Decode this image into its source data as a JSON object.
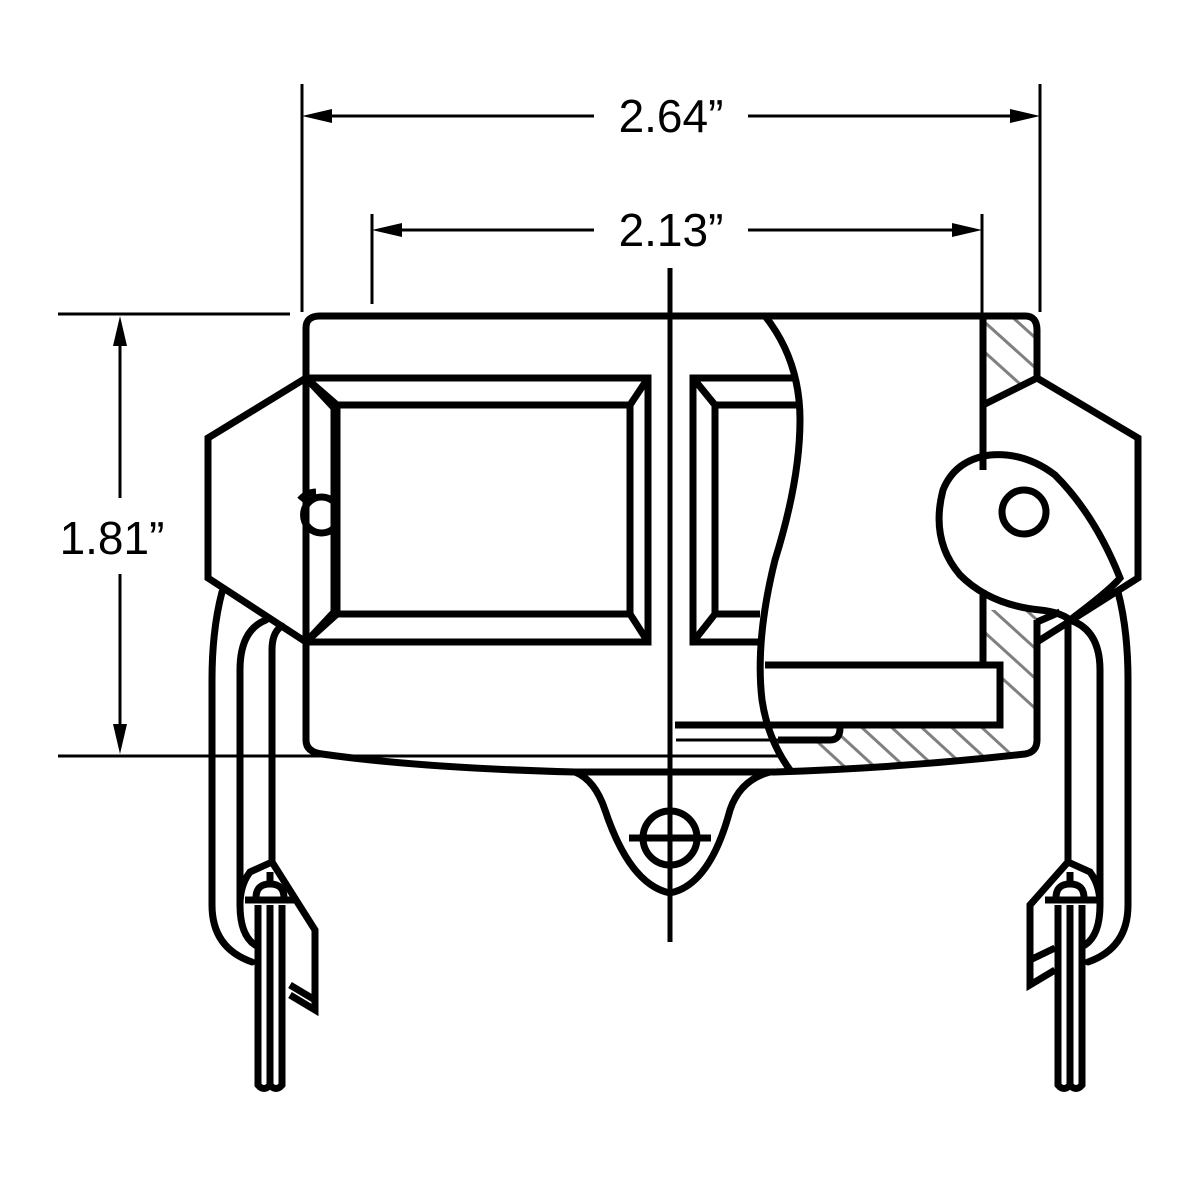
{
  "diagram": {
    "subject": "Camlock coupler dimensional drawing",
    "colors": {
      "line": "#000000",
      "hatch": "#808080",
      "background": "#ffffff"
    },
    "dimensions": {
      "overall_width": {
        "label": "2.64”",
        "value": 2.64,
        "unit": "in"
      },
      "inner_width": {
        "label": "2.13”",
        "value": 2.13,
        "unit": "in"
      },
      "height": {
        "label": "1.81”",
        "value": 1.81,
        "unit": "in"
      }
    },
    "components": [
      "coupler-body",
      "hex-lug-left",
      "hex-lug-right",
      "window-left",
      "window-right",
      "cutaway-break-line",
      "cross-section-hatch",
      "cam-lever-left",
      "cam-lever-right",
      "cam-pivot-ear",
      "bottom-tab-with-hole",
      "centerline"
    ]
  }
}
